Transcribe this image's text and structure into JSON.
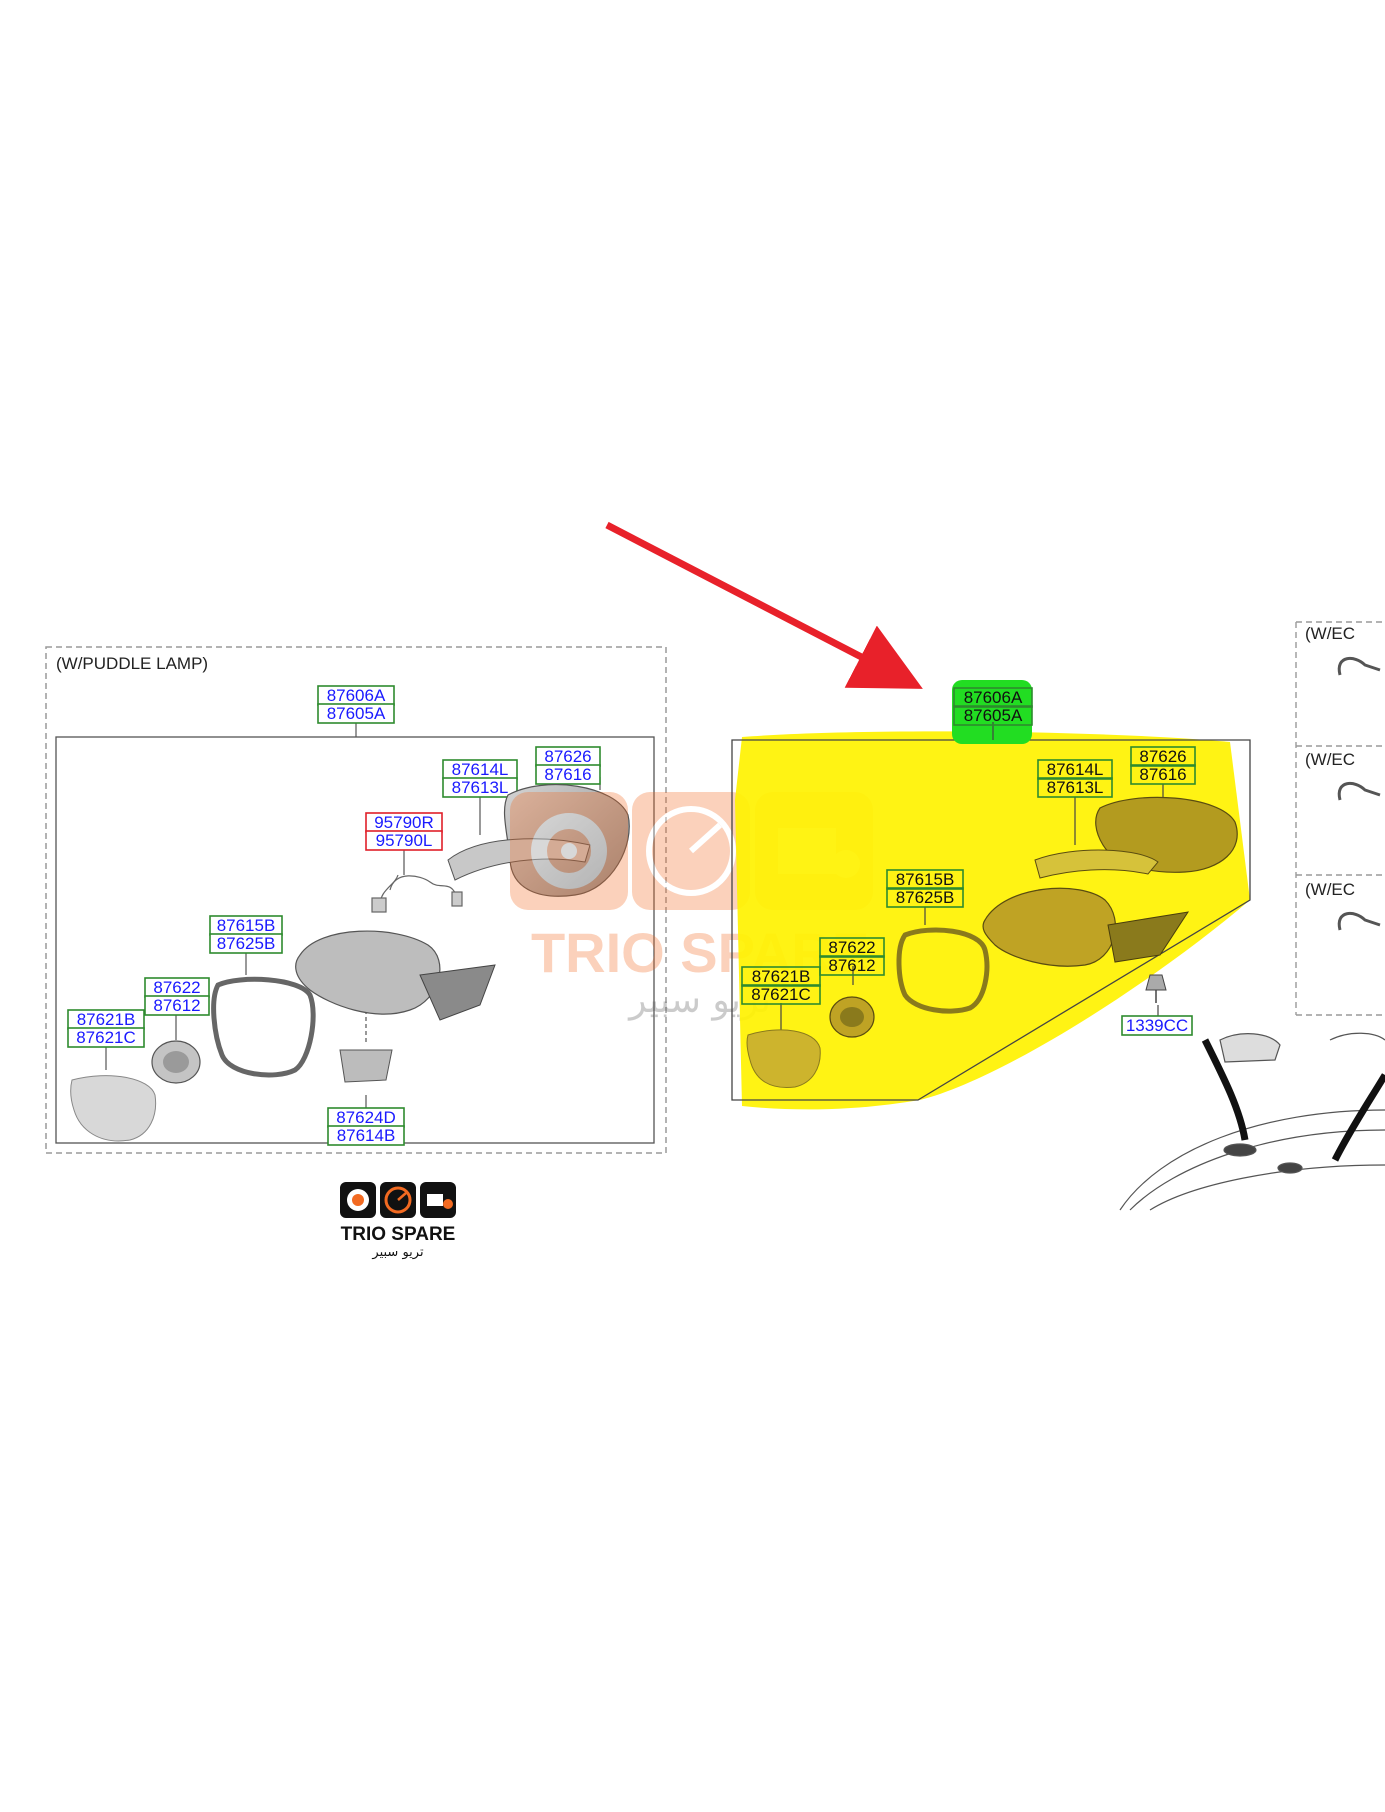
{
  "left_panel": {
    "header": "(W/PUDDLE LAMP)",
    "labels": {
      "top": [
        "87606A",
        "87605A"
      ],
      "cover_pair": [
        "87614L",
        "87613L"
      ],
      "cap_pair": [
        "87626",
        "87616"
      ],
      "lamp_pair": [
        "95790R",
        "95790L"
      ],
      "frame_pair": [
        "87615B",
        "87625B"
      ],
      "holder_pair": [
        "87622",
        "87612"
      ],
      "glass_pair": [
        "87621B",
        "87621C"
      ],
      "bottom_pair": [
        "87624D",
        "87614B"
      ]
    }
  },
  "right_panel": {
    "labels": {
      "top": [
        "87606A",
        "87605A"
      ],
      "cover_pair": [
        "87614L",
        "87613L"
      ],
      "cap_pair": [
        "87626",
        "87616"
      ],
      "frame_pair": [
        "87615B",
        "87625B"
      ],
      "holder_pair": [
        "87622",
        "87612"
      ],
      "glass_pair": [
        "87621B",
        "87621C"
      ],
      "screw": "1339CC"
    },
    "side_headers": [
      "(W/EC",
      "(W/EC",
      "(W/EC"
    ]
  },
  "watermark": {
    "brand": "TRIO SPARE",
    "arabic": "تريو سبير"
  },
  "logo": {
    "brand": "TRIO SPARE",
    "arabic": "تريو سبير"
  },
  "colors": {
    "highlight_yellow": "#fff200",
    "highlight_green": "#22dd22",
    "arrow_red": "#e8212a",
    "label_box_green": "#2e8b2e",
    "label_box_red": "#e0202a",
    "label_text_blue": "#1a1aff",
    "brand_orange": "#f26a21"
  }
}
